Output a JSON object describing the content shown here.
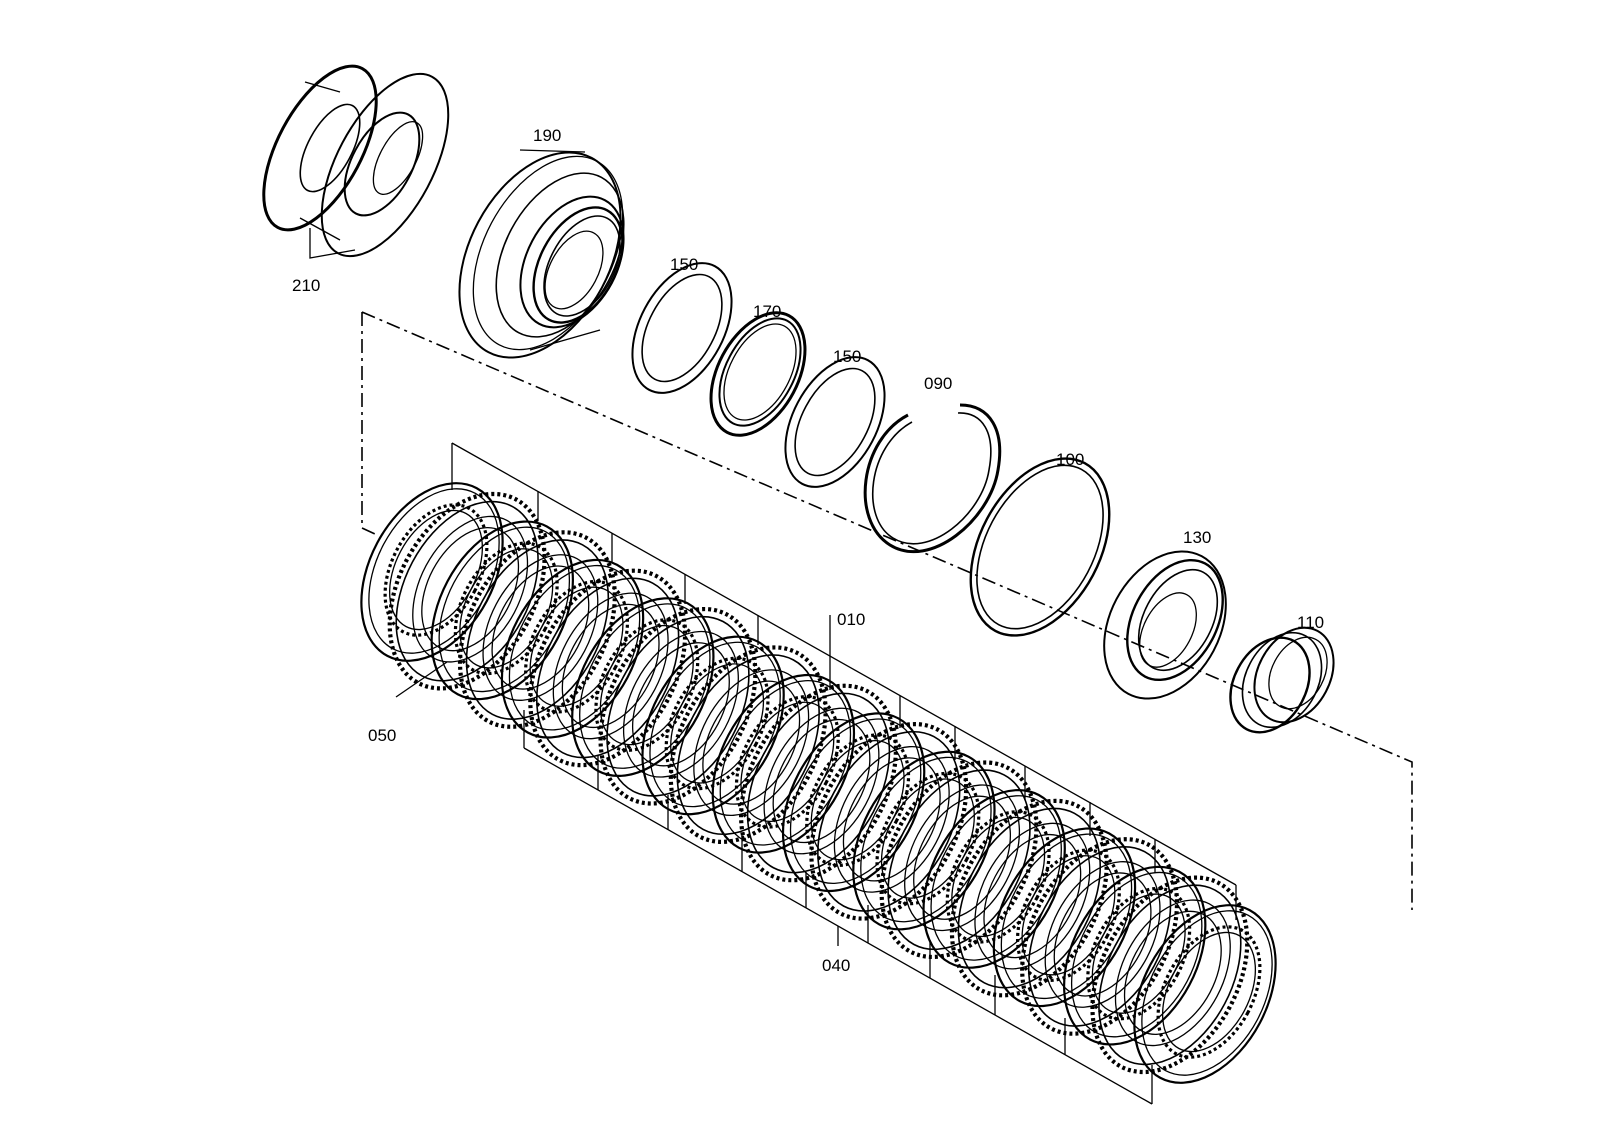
{
  "diagram": {
    "callouts": [
      {
        "id": "210",
        "text": "210"
      },
      {
        "id": "190",
        "text": "190"
      },
      {
        "id": "150a",
        "text": "150"
      },
      {
        "id": "170",
        "text": "170"
      },
      {
        "id": "150b",
        "text": "150"
      },
      {
        "id": "090",
        "text": "090"
      },
      {
        "id": "100",
        "text": "100"
      },
      {
        "id": "130",
        "text": "130"
      },
      {
        "id": "110",
        "text": "110"
      },
      {
        "id": "010",
        "text": "010"
      },
      {
        "id": "050",
        "text": "050"
      },
      {
        "id": "040",
        "text": "040"
      }
    ],
    "colors": {
      "line": "#000000",
      "background": "#ffffff"
    }
  }
}
